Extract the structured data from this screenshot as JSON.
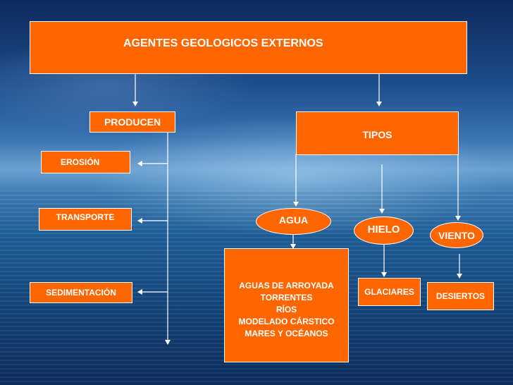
{
  "title": "AGENTES GEOLOGICOS EXTERNOS",
  "produce_label": "PRODUCEN",
  "types_label": "TIPOS",
  "effects": [
    "EROSIÓN",
    "TRANSPORTE",
    "SEDIMENTACIÓN"
  ],
  "types": [
    "AGUA",
    "HIELO",
    "VIENTO"
  ],
  "water_forms": [
    "AGUAS DE ARROYADA",
    "TORRENTES",
    "RÍOS",
    "MODELADO CÁRSTICO",
    "MARES Y OCÉANOS"
  ],
  "ice_form": "GLACIARES",
  "wind_form": "DESIERTOS",
  "colors": {
    "box": "#ff6600",
    "text": "#ffffff",
    "arrow": "#ffffff"
  }
}
